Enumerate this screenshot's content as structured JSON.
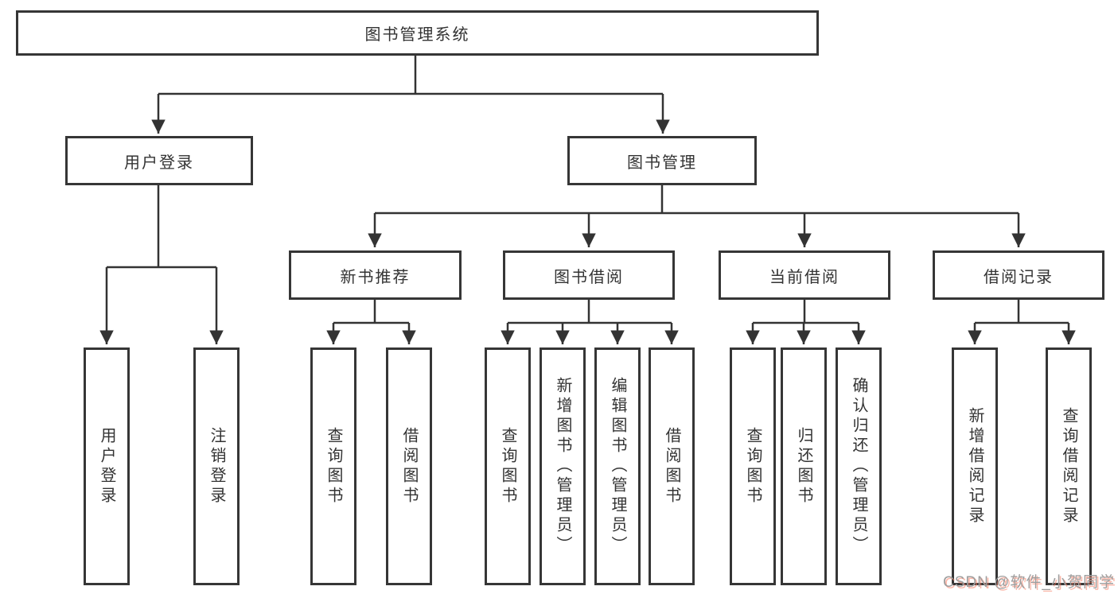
{
  "diagram": {
    "root": {
      "label": "图书管理系统"
    },
    "branches": [
      {
        "label": "用户登录",
        "children": [
          {
            "label": "用户登录"
          },
          {
            "label": "注销登录"
          }
        ]
      },
      {
        "label": "图书管理",
        "children": [
          {
            "label": "新书推荐",
            "children": [
              {
                "label": "查询图书"
              },
              {
                "label": "借阅图书"
              }
            ]
          },
          {
            "label": "图书借阅",
            "children": [
              {
                "label": "查询图书"
              },
              {
                "label": "新增图书（管理员）"
              },
              {
                "label": "编辑图书（管理员）"
              },
              {
                "label": "借阅图书"
              }
            ]
          },
          {
            "label": "当前借阅",
            "children": [
              {
                "label": "查询图书"
              },
              {
                "label": "归还图书"
              },
              {
                "label": "确认归还（管理员）"
              }
            ]
          },
          {
            "label": "借阅记录",
            "children": [
              {
                "label": "新增借阅记录"
              },
              {
                "label": "查询借阅记录"
              }
            ]
          }
        ]
      }
    ]
  },
  "watermark": {
    "text": "CSDN @软件_小贺同学"
  },
  "colors": {
    "line": "#333333",
    "box_border": "#363636",
    "text": "#333333",
    "background": "#ffffff",
    "watermark_gray": "#9e9e9e",
    "watermark_red": "#f87c63"
  }
}
